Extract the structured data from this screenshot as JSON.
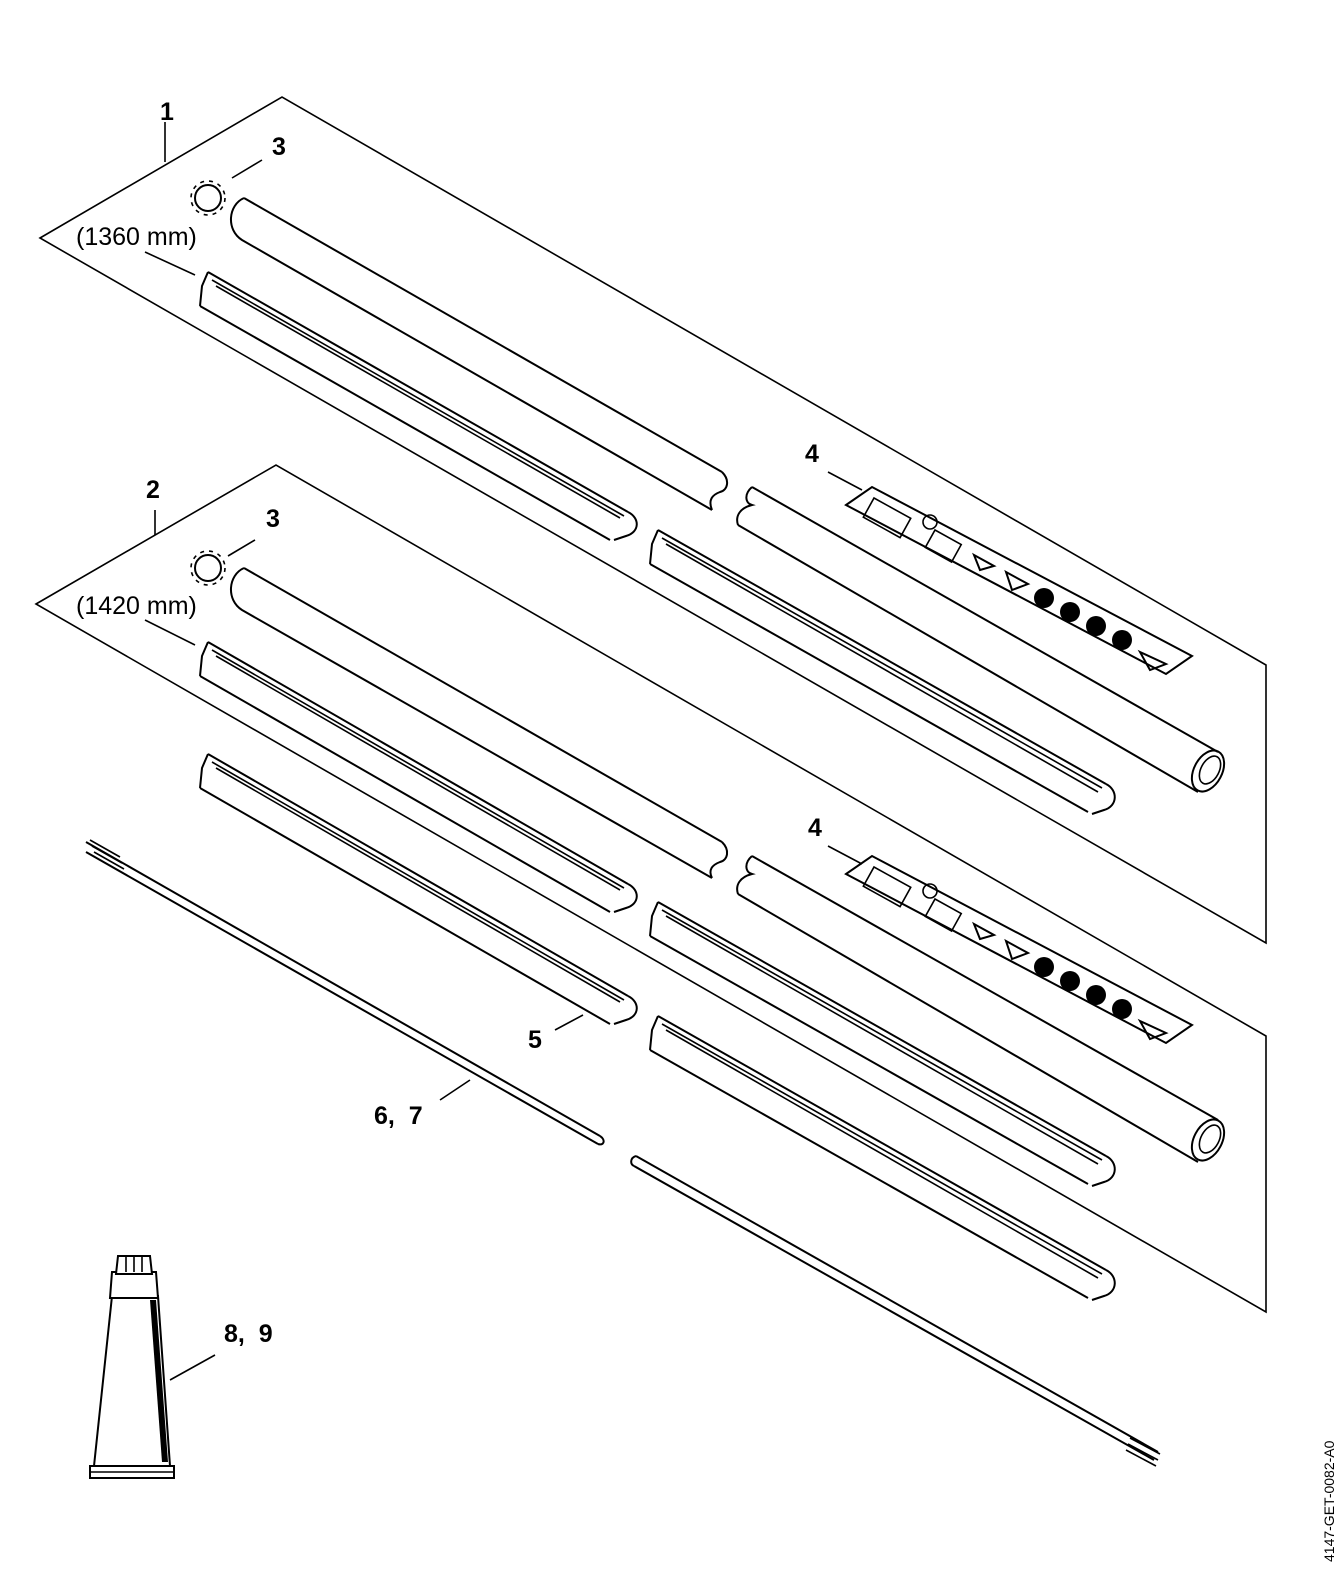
{
  "title": "",
  "callouts": {
    "kit1": "1",
    "kit2": "2",
    "ring_a": "3",
    "ring_b": "3",
    "label_a": "4",
    "label_b": "4",
    "rail": "5",
    "shaft": "6,  7",
    "grease": "8,  9"
  },
  "dimensions": {
    "kit1_length": "(1360 mm)",
    "kit2_length": "(1420 mm)"
  },
  "document_id": "4147-GET-0082-A0",
  "colors": {
    "line": "#000000",
    "background": "#ffffff"
  },
  "icons": [
    "snap-ring-icon",
    "pictogram-label-icon",
    "grease-tube-icon"
  ]
}
